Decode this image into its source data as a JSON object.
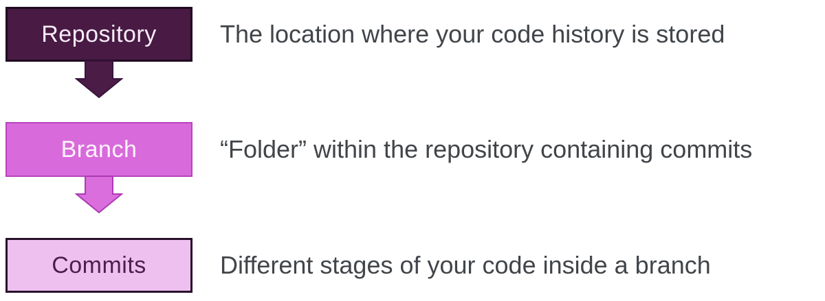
{
  "diagram": {
    "rows": [
      {
        "label": "Repository",
        "description": "The location where your code history is stored"
      },
      {
        "label": "Branch",
        "description": "“Folder” within the repository containing commits"
      },
      {
        "label": "Commits",
        "description": "Different stages of your code inside a branch"
      }
    ]
  },
  "colors": {
    "repository_fill": "#481a44",
    "repository_border": "#1f0a1f",
    "repository_text": "#f7edf7",
    "branch_fill": "#d96adb",
    "branch_border": "#b843bd",
    "branch_text": "#fdf4fd",
    "commits_fill": "#eec0ef",
    "commits_border": "#27102a",
    "commits_text": "#4d1d4e",
    "arrow1_fill": "#4b1c46",
    "arrow1_border": "#38143c",
    "arrow2_fill": "#da6edd",
    "arrow2_border": "#ad39b3",
    "description_text": "#414549",
    "background": "#ffffff"
  }
}
